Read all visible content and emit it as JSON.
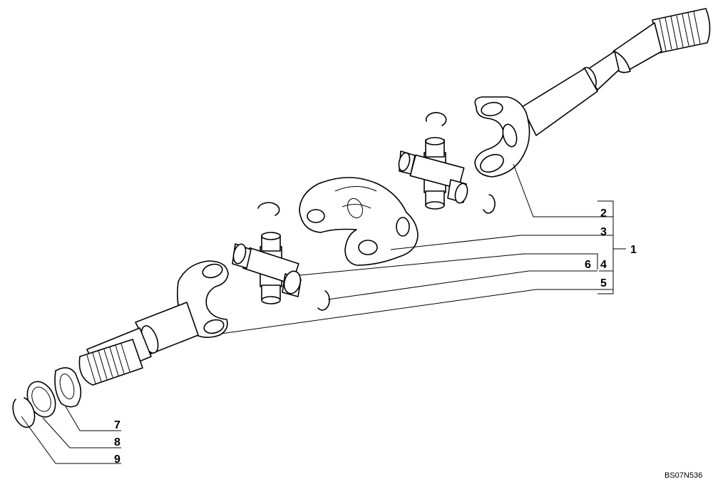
{
  "diagram": {
    "reference_code": "BS07N536",
    "callouts": {
      "c1": "1",
      "c2": "2",
      "c3": "3",
      "c4": "4",
      "c5": "5",
      "c6": "6",
      "c7": "7",
      "c8": "8",
      "c9": "9"
    }
  }
}
